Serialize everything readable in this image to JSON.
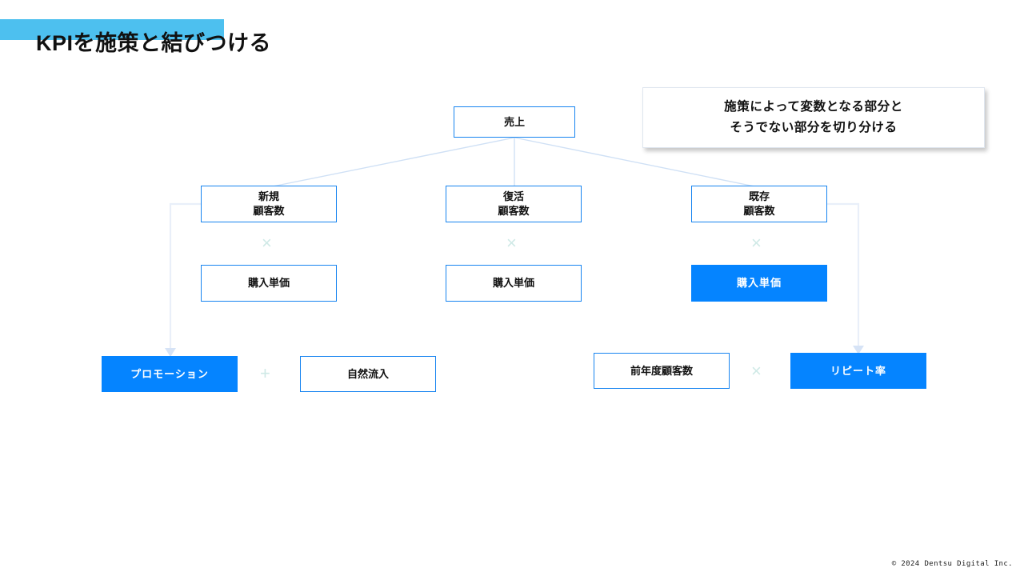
{
  "slide": {
    "title": "KPIを施策と結びつける",
    "accent_color": "#4dc0ef",
    "node_border_color": "#1784f0",
    "node_fill_color": "#0584ff",
    "operator_color": "#cfe9e6",
    "connector_color": "#cfe0f5"
  },
  "callout": {
    "text": "施策によって変数となる部分と\nそうでない部分を切り分ける"
  },
  "tree": {
    "root": {
      "label": "売上"
    },
    "drivers": [
      {
        "label": "新規\n顧客数"
      },
      {
        "label": "復活\n顧客数"
      },
      {
        "label": "既存\n顧客数"
      }
    ],
    "operators_row1": [
      "×",
      "×",
      "×"
    ],
    "unit_prices": [
      {
        "label": "購入単価",
        "filled": false
      },
      {
        "label": "購入単価",
        "filled": false
      },
      {
        "label": "購入単価",
        "filled": true
      }
    ],
    "bottom": [
      {
        "label": "プロモーション",
        "filled": true
      },
      {
        "label": "自然流入",
        "filled": false
      },
      {
        "label": "前年度顧客数",
        "filled": false
      },
      {
        "label": "リピート率",
        "filled": true
      }
    ],
    "operator_plus": "+",
    "operator_times": "×"
  },
  "footer": {
    "copyright": "© 2024 Dentsu Digital Inc."
  }
}
